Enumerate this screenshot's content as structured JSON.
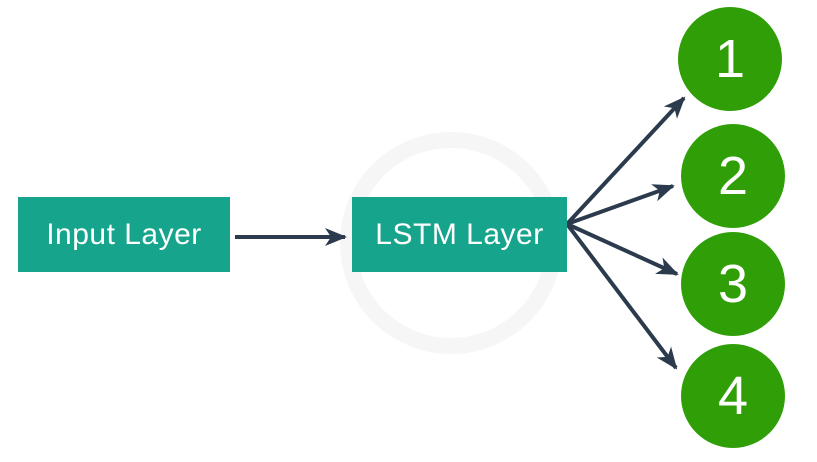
{
  "diagram": {
    "nodes": {
      "input": {
        "label": "Input Layer"
      },
      "lstm": {
        "label": "LSTM Layer"
      },
      "outputs": [
        {
          "label": "1"
        },
        {
          "label": "2"
        },
        {
          "label": "3"
        },
        {
          "label": "4"
        }
      ]
    },
    "colors": {
      "node_box": "#16a58c",
      "output_circle": "#2f9e07",
      "arrow": "#2b3b4d",
      "node_text": "#ffffff",
      "background": "#ffffff"
    }
  }
}
